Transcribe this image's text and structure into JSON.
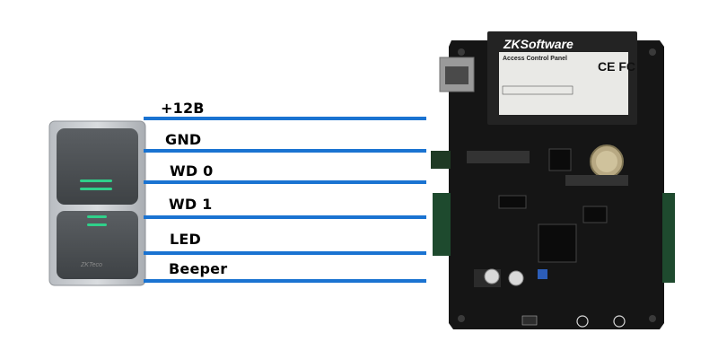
{
  "wires": [
    {
      "label": "+12B"
    },
    {
      "label": "GND"
    },
    {
      "label": "WD 0"
    },
    {
      "label": "WD 1"
    },
    {
      "label": "LED"
    },
    {
      "label": "Beeper"
    }
  ],
  "panel": {
    "brand": "ZKSoftware",
    "product": "Access Control Panel",
    "cert_marks": "CE FC"
  },
  "reader": {
    "brand": "ZKTeco"
  },
  "colors": {
    "wire": "#1a73d1",
    "reader_led": "#2fd08a",
    "board": "#151515"
  }
}
